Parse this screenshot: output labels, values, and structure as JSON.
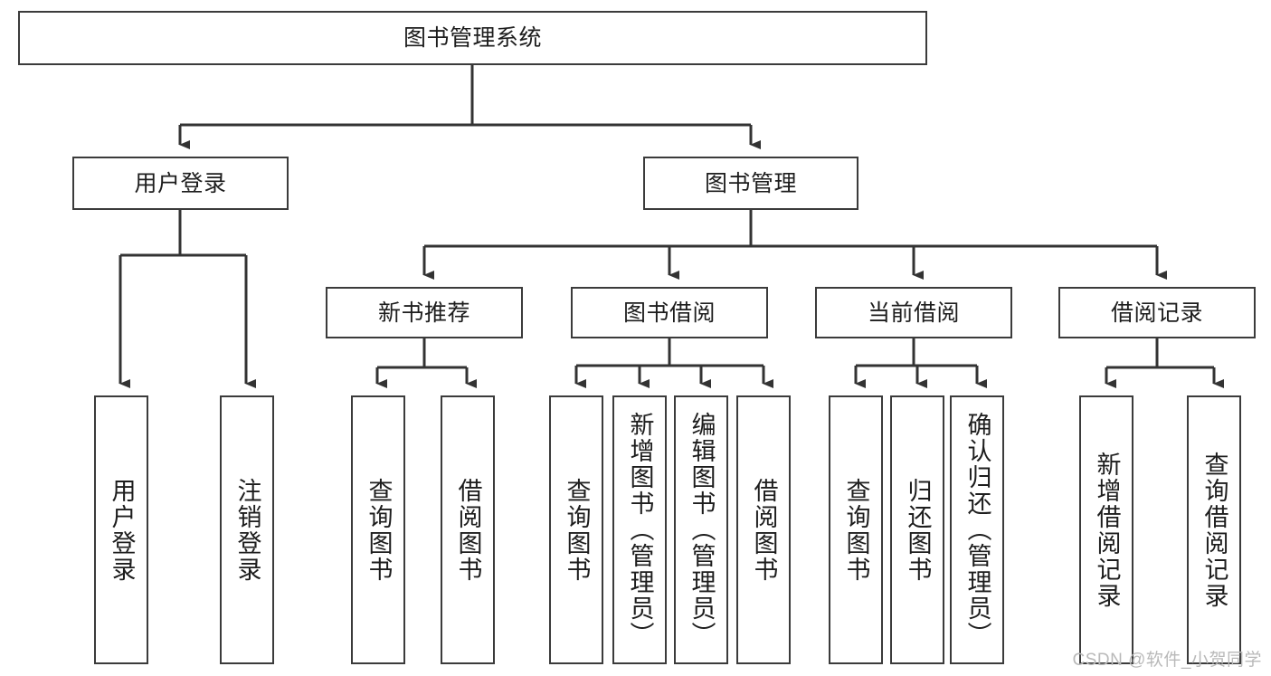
{
  "diagram": {
    "title": "图书管理系统",
    "type": "tree",
    "watermark": "CSDN @软件_小贺同学",
    "colors": {
      "box_border": "#3b3b3b",
      "box_fill": "#ffffff",
      "edge": "#333333",
      "text": "#1d1d1d",
      "watermark": "#b9b9b9",
      "background": "#ffffff"
    },
    "nodes": {
      "root": {
        "label": "图书管理系统",
        "level": 1,
        "orientation": "horizontal"
      },
      "l2": [
        {
          "id": "user-login",
          "label": "用户登录",
          "orientation": "horizontal"
        },
        {
          "id": "book-manage",
          "label": "图书管理",
          "orientation": "horizontal"
        }
      ],
      "l3": [
        {
          "id": "new-book-recommend",
          "label": "新书推荐",
          "orientation": "horizontal"
        },
        {
          "id": "book-borrow",
          "label": "图书借阅",
          "orientation": "horizontal"
        },
        {
          "id": "current-borrow",
          "label": "当前借阅",
          "orientation": "horizontal"
        },
        {
          "id": "borrow-record",
          "label": "借阅记录",
          "orientation": "horizontal"
        }
      ],
      "leaves": {
        "user-login": [
          {
            "id": "leaf-user-login",
            "label": "用户登录",
            "orientation": "vertical"
          },
          {
            "id": "leaf-logout",
            "label": "注销登录",
            "orientation": "vertical"
          }
        ],
        "new-book-recommend": [
          {
            "id": "leaf-query-book-1",
            "label": "查询图书",
            "orientation": "vertical"
          },
          {
            "id": "leaf-borrow-book-1",
            "label": "借阅图书",
            "orientation": "vertical"
          }
        ],
        "book-borrow": [
          {
            "id": "leaf-query-book-2",
            "label": "查询图书",
            "orientation": "vertical"
          },
          {
            "id": "leaf-add-book",
            "label": "新增图书（管理员）",
            "orientation": "vertical"
          },
          {
            "id": "leaf-edit-book",
            "label": "编辑图书（管理员）",
            "orientation": "vertical"
          },
          {
            "id": "leaf-borrow-book-2",
            "label": "借阅图书",
            "orientation": "vertical"
          }
        ],
        "current-borrow": [
          {
            "id": "leaf-query-book-3",
            "label": "查询图书",
            "orientation": "vertical"
          },
          {
            "id": "leaf-return-book",
            "label": "归还图书",
            "orientation": "vertical"
          },
          {
            "id": "leaf-confirm-return",
            "label": "确认归还（管理员）",
            "orientation": "vertical"
          }
        ],
        "borrow-record": [
          {
            "id": "leaf-add-record",
            "label": "新增借阅记录",
            "orientation": "vertical"
          },
          {
            "id": "leaf-query-record",
            "label": "查询借阅记录",
            "orientation": "vertical"
          }
        ]
      }
    }
  }
}
